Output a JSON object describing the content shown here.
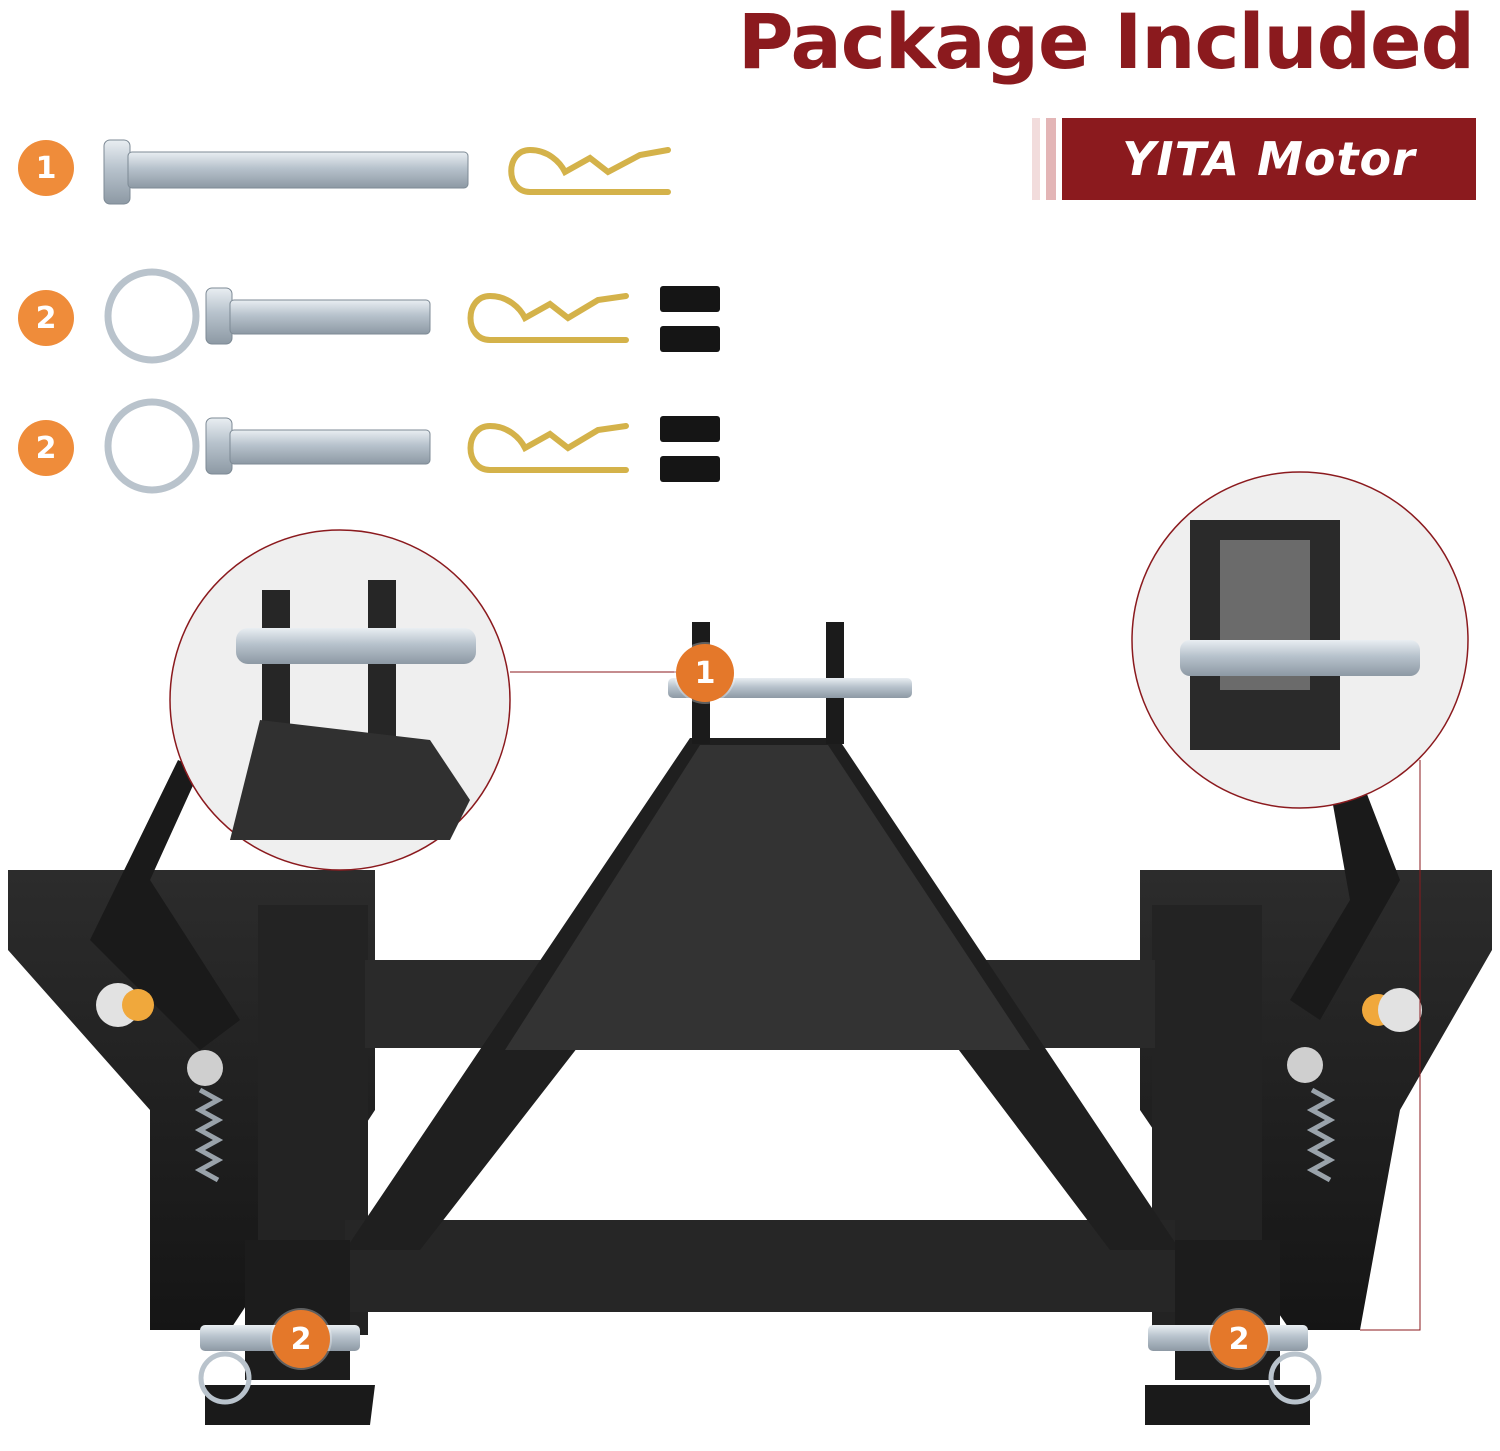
{
  "header": {
    "title": "Package Included",
    "brand": "YITA Motor"
  },
  "parts": [
    {
      "badge": "1"
    },
    {
      "badge": "2"
    },
    {
      "badge": "2"
    }
  ],
  "callouts": [
    {
      "badge": "1"
    },
    {
      "badge": "2"
    },
    {
      "badge": "2"
    }
  ],
  "colors": {
    "brand_red": "#8b1a1e",
    "badge_orange": "#ef8c3a",
    "frame_black": "#1e1e1e",
    "steel": "#c9d2da",
    "brass": "#d4b24a"
  }
}
